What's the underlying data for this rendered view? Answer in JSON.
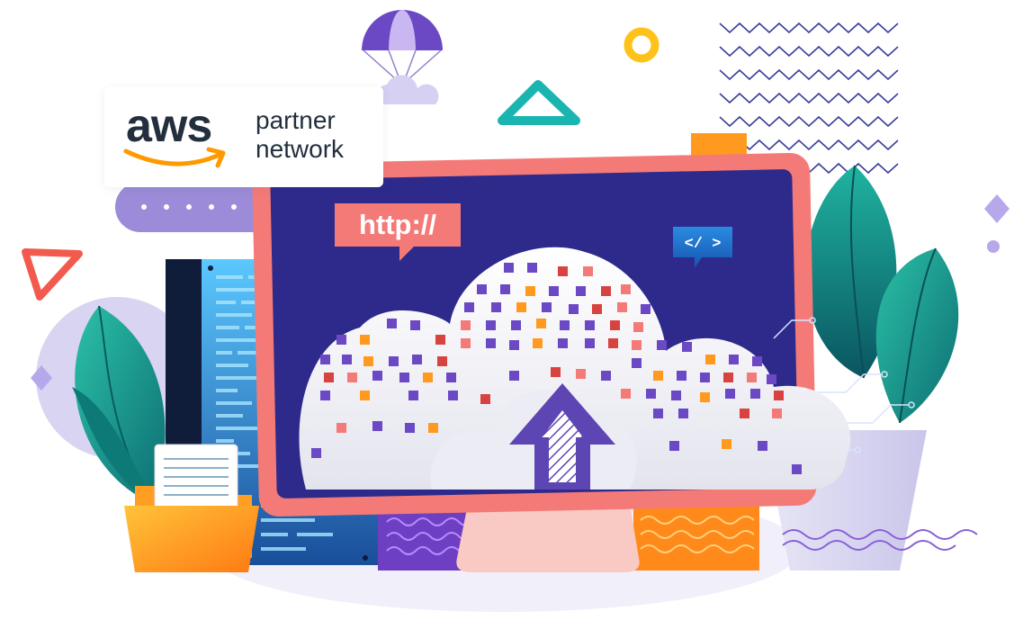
{
  "logo": {
    "brand": "aws",
    "tagline_line1": "partner",
    "tagline_line2": "network"
  },
  "monitor": {
    "url_bubble_text": "http://",
    "code_bubble_text": "</ >"
  },
  "colors": {
    "screen_bg": "#2d2a8c",
    "monitor_frame": "#f47a77",
    "purple": "#6b48c4",
    "teal": "#1aa39a",
    "orange": "#ff9a1f",
    "coral_red": "#f06152",
    "aws_text": "#232f3e",
    "aws_smile": "#ff9900"
  },
  "icons": [
    "parachute-icon",
    "upload-arrow-icon",
    "folder-icon",
    "document-icon",
    "code-icon"
  ]
}
